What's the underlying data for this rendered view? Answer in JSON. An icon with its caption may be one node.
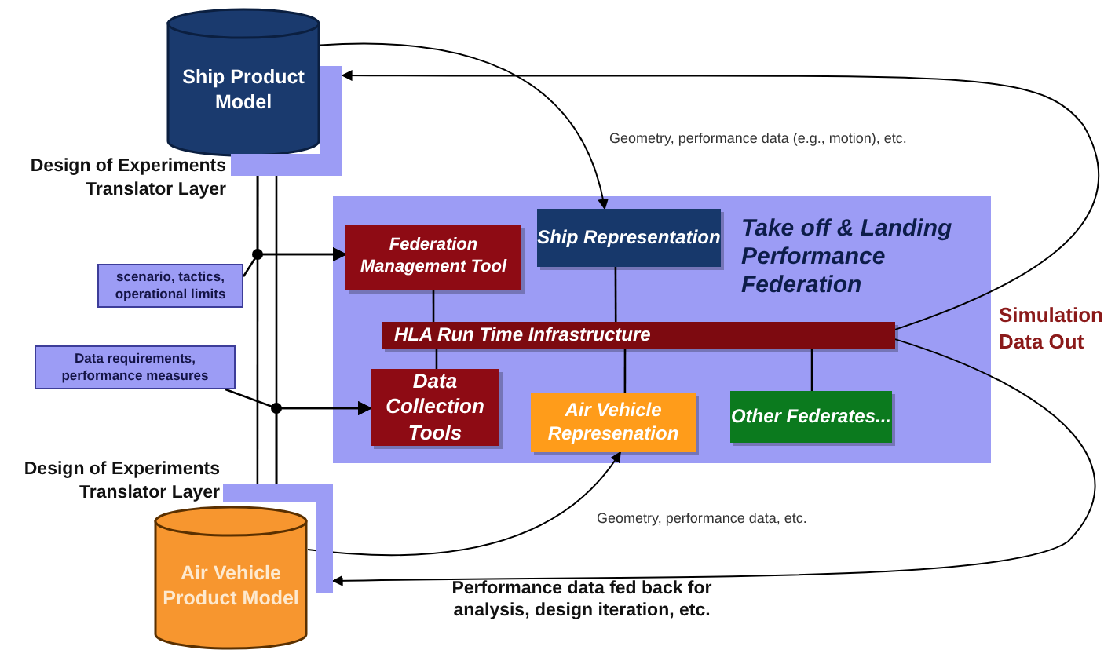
{
  "diagram": {
    "nodes": [
      {
        "text": [
          "Ship Product Model"
        ]
      },
      {
        "text": [
          "Design of Experiments Translator Layer"
        ]
      },
      {
        "text": [
          "Take off & Landing Performance Federation"
        ]
      },
      {
        "text": [
          "Federation Management Tool"
        ],
        "in": 2
      },
      {
        "text": [
          "Ship Representation"
        ],
        "in": 2
      },
      {
        "text": [
          "HLA Run Time Infrastructure"
        ],
        "in": 2
      },
      {
        "text": [
          "Data Collection Tools"
        ],
        "in": 2
      },
      {
        "text": [
          "Air Vehicle Represenation"
        ],
        "in": 2
      },
      {
        "text": [
          "Other Federates..."
        ],
        "in": 2
      },
      {
        "text": [
          "scenario, tactics, operational limits"
        ]
      },
      {
        "text": [
          "Data requirements, performance measures"
        ]
      },
      {
        "text": [
          "Design of Experiments Translator Layer"
        ]
      },
      {
        "text": [
          "Air Vehicle Product Model"
        ]
      }
    ],
    "edges": [
      {
        "from": 0,
        "to": 4,
        "arrow": "to",
        "label": "Geometry, performance data (e.g., motion), etc."
      },
      {
        "from": 5,
        "to": 1,
        "arrow": "to"
      },
      {
        "from": 1,
        "to": 11,
        "arrow": "none"
      },
      {
        "from": 1,
        "to": 11,
        "arrow": "none"
      },
      {
        "from": 1,
        "to": 3,
        "arrow": "to"
      },
      {
        "from": 9,
        "to": 3,
        "arrow": "to"
      },
      {
        "from": 3,
        "to": 5,
        "arrow": "none"
      },
      {
        "from": 4,
        "to": 5,
        "arrow": "none"
      },
      {
        "from": 5,
        "to": 6,
        "arrow": "none"
      },
      {
        "from": 5,
        "to": 7,
        "arrow": "none"
      },
      {
        "from": 5,
        "to": 8,
        "arrow": "none"
      },
      {
        "from": 10,
        "to": 6,
        "arrow": "to"
      },
      {
        "from": 11,
        "to": 6,
        "arrow": "to"
      },
      {
        "from": 12,
        "to": 7,
        "arrow": "to",
        "label": "Geometry, performance data, etc."
      },
      {
        "from": 5,
        "to": 11,
        "arrow": "to",
        "label": "Performance data fed back for analysis, design iteration, etc."
      }
    ],
    "labels": [
      "Simulation Data Out"
    ]
  }
}
